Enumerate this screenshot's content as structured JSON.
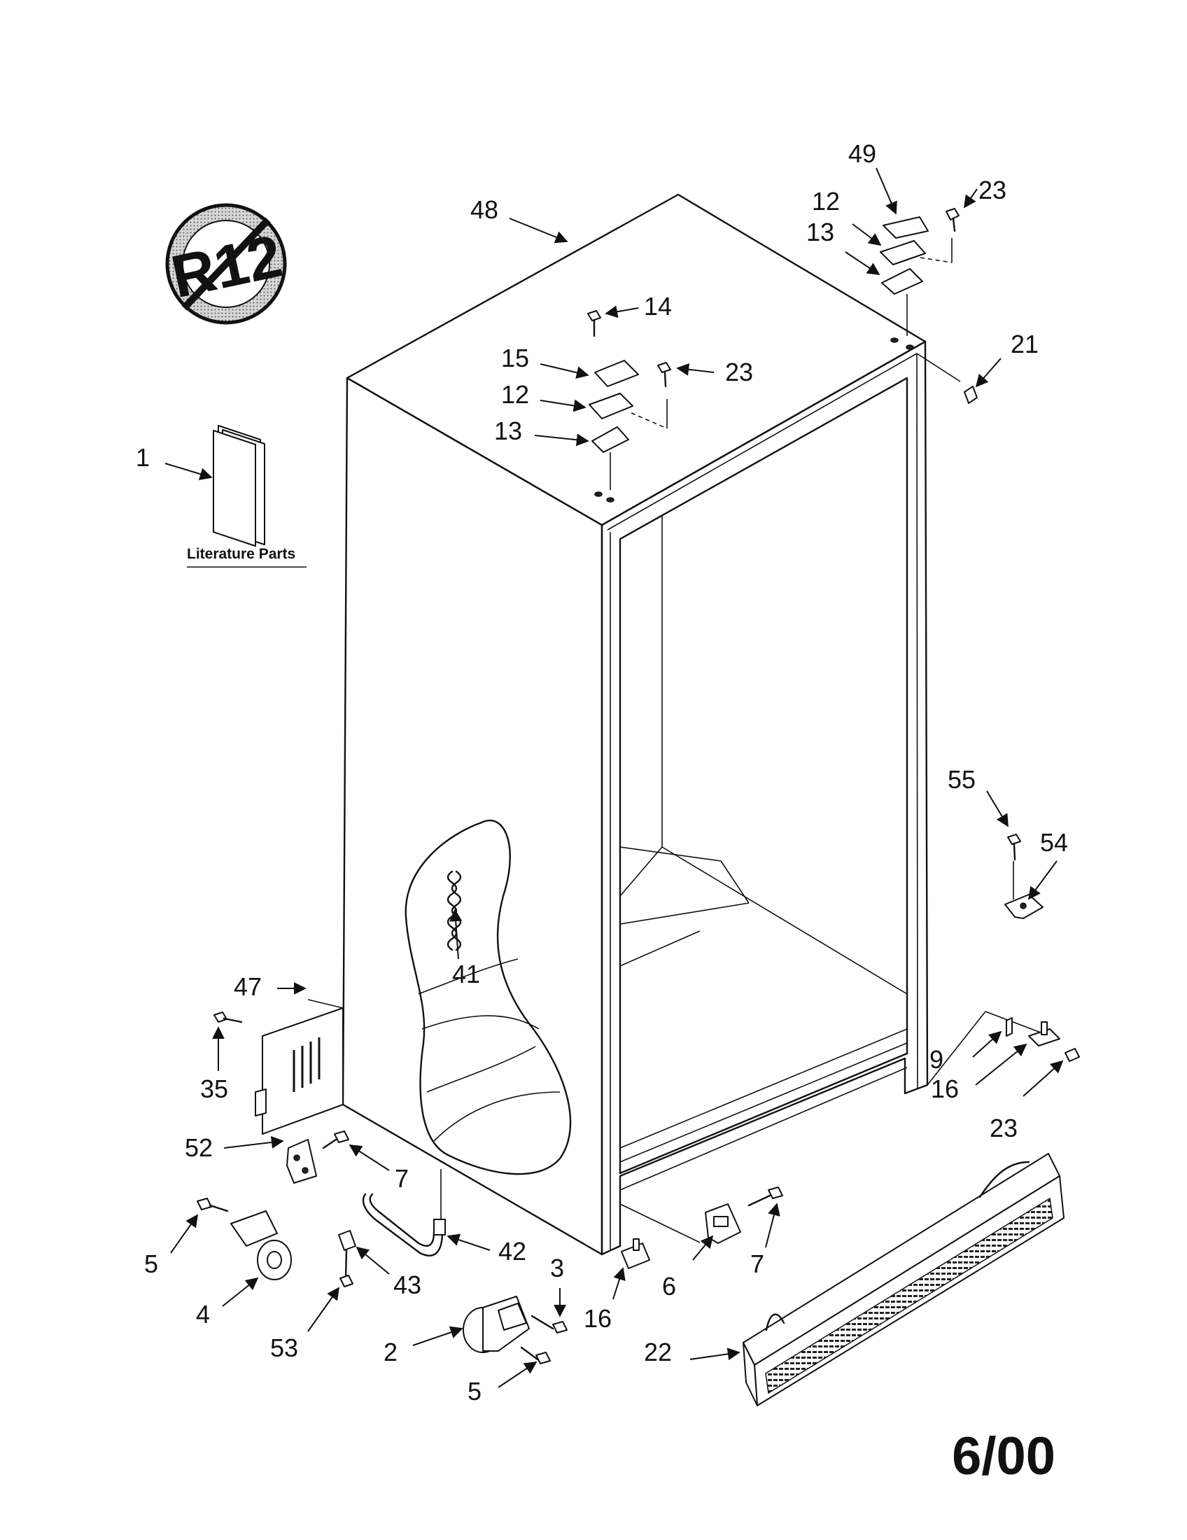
{
  "badge": {
    "text": "R12"
  },
  "literature": {
    "label": "Literature Parts"
  },
  "date_code": "6/00",
  "callouts": [
    {
      "id": "c49a",
      "text": "49"
    },
    {
      "id": "c23a",
      "text": "23"
    },
    {
      "id": "c12a",
      "text": "12"
    },
    {
      "id": "c13a",
      "text": "13"
    },
    {
      "id": "c48",
      "text": "48"
    },
    {
      "id": "c14",
      "text": "14"
    },
    {
      "id": "c21",
      "text": "21"
    },
    {
      "id": "c15",
      "text": "15"
    },
    {
      "id": "c23b",
      "text": "23"
    },
    {
      "id": "c12b",
      "text": "12"
    },
    {
      "id": "c13b",
      "text": "13"
    },
    {
      "id": "c1",
      "text": "1"
    },
    {
      "id": "c55",
      "text": "55"
    },
    {
      "id": "c54",
      "text": "54"
    },
    {
      "id": "c41",
      "text": "41"
    },
    {
      "id": "c47",
      "text": "47"
    },
    {
      "id": "c9",
      "text": "9"
    },
    {
      "id": "c16a",
      "text": "16"
    },
    {
      "id": "c35",
      "text": "35"
    },
    {
      "id": "c23c",
      "text": "23"
    },
    {
      "id": "c52",
      "text": "52"
    },
    {
      "id": "c7a",
      "text": "7"
    },
    {
      "id": "c5a",
      "text": "5"
    },
    {
      "id": "c42",
      "text": "42"
    },
    {
      "id": "c3",
      "text": "3"
    },
    {
      "id": "c7b",
      "text": "7"
    },
    {
      "id": "c43",
      "text": "43"
    },
    {
      "id": "c6",
      "text": "6"
    },
    {
      "id": "c4",
      "text": "4"
    },
    {
      "id": "c16b",
      "text": "16"
    },
    {
      "id": "c53",
      "text": "53"
    },
    {
      "id": "c2",
      "text": "2"
    },
    {
      "id": "c22",
      "text": "22"
    },
    {
      "id": "c5b",
      "text": "5"
    }
  ]
}
